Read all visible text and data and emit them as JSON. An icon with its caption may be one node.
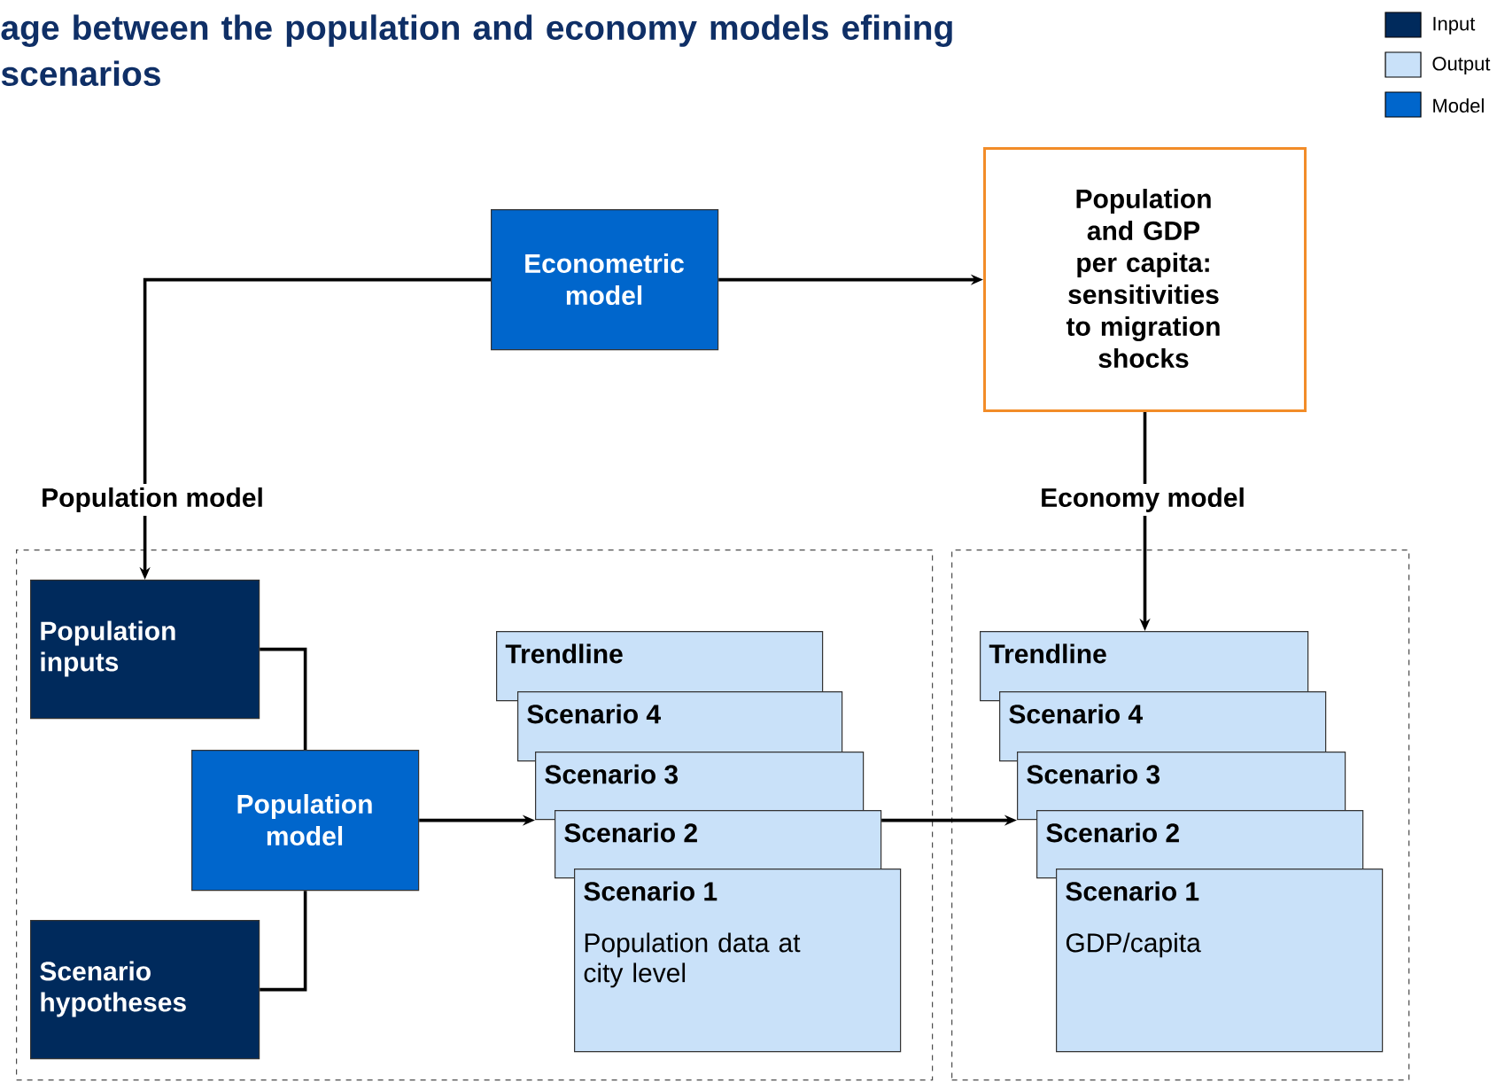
{
  "diagram": {
    "title": "age between the population and economy models efining scenarios",
    "nodes": [
      {
        "text": [
          "Population model"
        ]
      },
      {
        "text": [
          "Economy model"
        ]
      },
      {
        "text": [
          "Econometric model"
        ]
      },
      {
        "text": [
          "Population and GDP per capita: sensitivities to migration shocks"
        ]
      },
      {
        "text": [
          "Population inputs"
        ],
        "in": 0
      },
      {
        "text": [
          "Population model"
        ],
        "in": 0
      },
      {
        "text": [
          "Scenario hypotheses"
        ],
        "in": 0
      },
      {
        "text": [
          "Trendline"
        ],
        "in": 0
      },
      {
        "text": [
          "Scenario 4"
        ],
        "in": 0
      },
      {
        "text": [
          "Scenario 3"
        ],
        "in": 0
      },
      {
        "text": [
          "Scenario 2"
        ],
        "in": 0
      },
      {
        "text": [
          "Scenario 1",
          "Population data at city level"
        ],
        "in": 0
      },
      {
        "text": [
          "Trendline"
        ],
        "in": 1
      },
      {
        "text": [
          "Scenario 4"
        ],
        "in": 1
      },
      {
        "text": [
          "Scenario 3"
        ],
        "in": 1
      },
      {
        "text": [
          "Scenario 2"
        ],
        "in": 1
      },
      {
        "text": [
          "Scenario 1",
          "GDP/capita"
        ],
        "in": 1
      }
    ],
    "edges": [
      {
        "from": 2,
        "to": 4,
        "arrow": "to"
      },
      {
        "from": 2,
        "to": 3,
        "arrow": "to"
      },
      {
        "from": 3,
        "to": 12,
        "arrow": "to"
      },
      {
        "from": 4,
        "to": 5,
        "arrow": "none"
      },
      {
        "from": 6,
        "to": 5,
        "arrow": "none"
      },
      {
        "from": 5,
        "to": 9,
        "arrow": "to"
      },
      {
        "from": 10,
        "to": 14,
        "arrow": "to"
      }
    ],
    "legend": [
      {
        "text": "Input",
        "color": "#002a5c"
      },
      {
        "text": "Output",
        "color": "#c9e1f9"
      },
      {
        "text": "Model",
        "color": "#0066cc"
      }
    ]
  }
}
